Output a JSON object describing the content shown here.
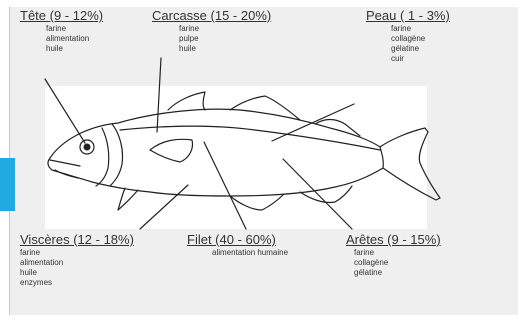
{
  "labels": {
    "tete": {
      "title": "Tête (9 - 12%)",
      "items": [
        "farine",
        "alimentation",
        "huile"
      ]
    },
    "carcasse": {
      "title": "Carcasse (15 - 20%)",
      "items": [
        "farine",
        "pulpe",
        "huile"
      ]
    },
    "peau": {
      "title": "Peau ( 1 - 3%)",
      "items": [
        "farine",
        "collagène",
        "gélatine",
        "cuir"
      ]
    },
    "visceres": {
      "title": "Viscères (12 - 18%)",
      "items": [
        "farine",
        "alimentation",
        "huile",
        "enzymes"
      ]
    },
    "filet": {
      "title": "Filet (40 - 60%)",
      "items": [
        "alimentation humaine"
      ]
    },
    "aretes": {
      "title": "Arêtes (9 - 15%)",
      "items": [
        "farine",
        "collagène",
        "gélatine"
      ]
    }
  },
  "colors": {
    "accent_tab": "#21a9e1",
    "panel": "#efefef",
    "ink": "#333333"
  }
}
